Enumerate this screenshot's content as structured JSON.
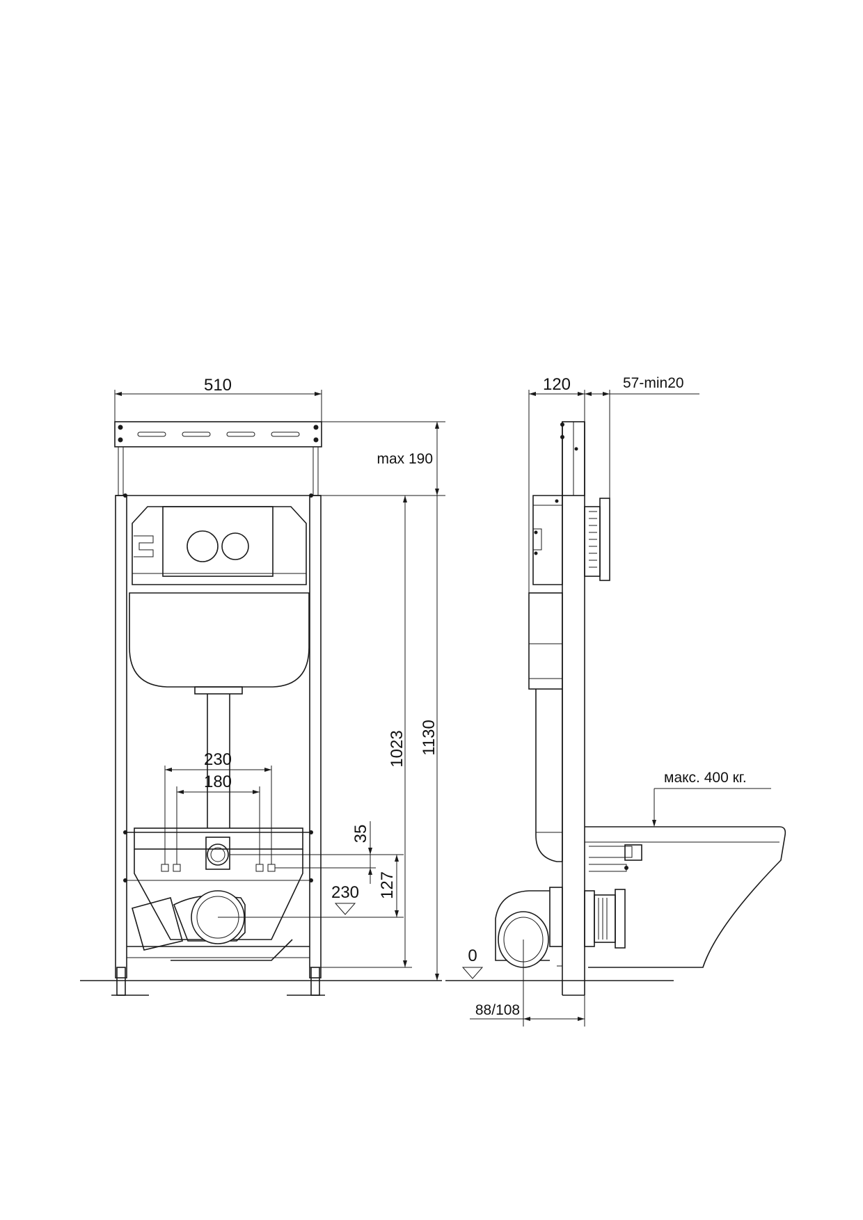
{
  "front_view": {
    "dims": {
      "width": "510",
      "max_adjust": "max 190",
      "h_1023": "1023",
      "h_1130": "1130",
      "fix_230": "230",
      "fix_180": "180",
      "d_35": "35",
      "d_127": "127",
      "drain_230": "230"
    }
  },
  "side_view": {
    "dims": {
      "depth": "120",
      "wall": "57-min20",
      "floor_zero": "0",
      "pipe": "88/108",
      "load": "макс. 400 кг."
    }
  }
}
